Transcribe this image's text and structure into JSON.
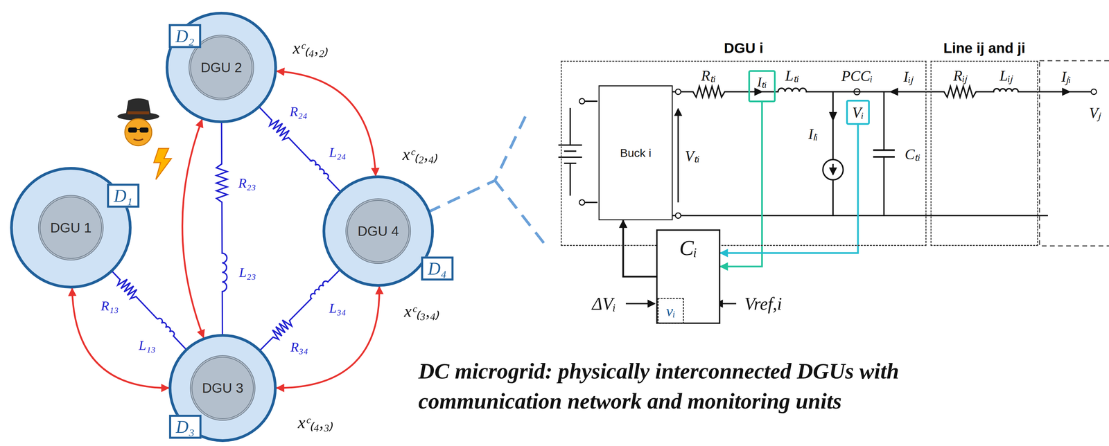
{
  "diagram": {
    "caption": "DC microgrid: physically interconnected DGUs with communication network and monitoring units",
    "nodes": [
      {
        "text": [
          "D₂"
        ]
      },
      {
        "text": [
          "DGU 2"
        ],
        "in": 0
      },
      {
        "text": [
          "D₁"
        ]
      },
      {
        "text": [
          "DGU 1"
        ],
        "in": 2
      },
      {
        "text": [
          "D₄"
        ]
      },
      {
        "text": [
          "DGU 4"
        ],
        "in": 4
      },
      {
        "text": [
          "D₃"
        ]
      },
      {
        "text": [
          "DGU 3"
        ],
        "in": 6
      },
      {
        "text": [
          "DGU i"
        ]
      },
      {
        "text": [
          "Buck i"
        ],
        "in": 8
      },
      {
        "text": [
          "Line ij and ji"
        ]
      },
      {
        "text": [
          "Cᵢ"
        ]
      },
      {
        "text": [
          "νᵢ"
        ],
        "in": 11
      },
      {
        "text": [
          "Iₜᵢ"
        ],
        "in": 8
      },
      {
        "text": [
          "Vᵢ"
        ],
        "in": 8
      }
    ],
    "edges": [
      {
        "from": 2,
        "to": 6,
        "arrow": "both"
      },
      {
        "from": 0,
        "to": 6,
        "arrow": "both"
      },
      {
        "from": 0,
        "to": 4,
        "arrow": "both"
      },
      {
        "from": 4,
        "to": 6,
        "arrow": "both"
      },
      {
        "from": 3,
        "to": 7,
        "arrow": "none"
      },
      {
        "from": 1,
        "to": 7,
        "arrow": "none"
      },
      {
        "from": 1,
        "to": 5,
        "arrow": "none"
      },
      {
        "from": 7,
        "to": 5,
        "arrow": "none"
      },
      {
        "from": 13,
        "to": 11,
        "arrow": "to"
      },
      {
        "from": 14,
        "to": 11,
        "arrow": "to"
      },
      {
        "from": 11,
        "to": 9,
        "arrow": "to"
      }
    ],
    "labels": [
      "xᶜ₍₄,₂₎",
      "xᶜ₍₂,₄₎",
      "xᶜ₍₃,₄₎",
      "xᶜ₍₄,₃₎",
      "R₁₃",
      "L₁₃",
      "R₂₃",
      "L₂₃",
      "R₂₄",
      "L₂₄",
      "R₃₄",
      "L₃₄",
      "Rₜᵢ",
      "Lₜᵢ",
      "PCCᵢ",
      "Iᵢⱼ",
      "Iₗᵢ",
      "Cₜᵢ",
      "Vₜᵢ",
      "Rᵢⱼ",
      "Lᵢⱼ",
      "Iⱼᵢ",
      "Vⱼ",
      "ΔVᵢ",
      "Vref,i"
    ]
  }
}
